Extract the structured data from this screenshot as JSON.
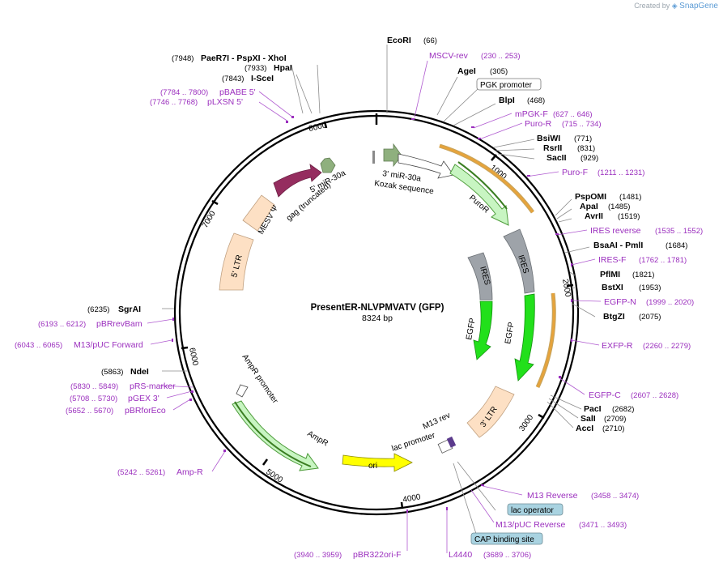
{
  "credit": {
    "prefix": "Created by",
    "brand": "SnapGene"
  },
  "plasmid": {
    "name": "PresentER-NLVPMVATV (GFP)",
    "size": "8324 bp"
  },
  "ticks": [
    "1000",
    "2000",
    "3000",
    "4000",
    "5000",
    "6000",
    "7000",
    "8000"
  ],
  "features": {
    "mirna3": "3' miR-30a",
    "kozak": "Kozak sequence",
    "puror": "PuroR",
    "ires1": "IRES",
    "ires2": "IRES",
    "egfp1": "EGFP",
    "egfp2": "EGFP",
    "ltr3": "3' LTR",
    "m13rev": "M13 rev",
    "lacprom": "lac promoter",
    "ori": "ori",
    "ampr": "AmpR",
    "ampprom": "AmpR promoter",
    "ltr5": "5' LTR",
    "mesv": "MESV Ψ",
    "gag": "gag (truncated)",
    "mirna5": "5' miR-30a"
  },
  "boxed": {
    "pgk": "PGK promoter",
    "lacop": "lac operator",
    "cap": "CAP binding site"
  },
  "enzymes": {
    "ecori": {
      "name": "EcoRI",
      "pos": "(66)"
    },
    "agei": {
      "name": "AgeI",
      "pos": "(305)"
    },
    "blpi": {
      "name": "BlpI",
      "pos": "(468)"
    },
    "bsiwi": {
      "name": "BsiWI",
      "pos": "(771)"
    },
    "rsrii": {
      "name": "RsrII",
      "pos": "(831)"
    },
    "sacii": {
      "name": "SacII",
      "pos": "(929)"
    },
    "pspomi": {
      "name": "PspOMI",
      "pos": "(1481)"
    },
    "apai": {
      "name": "ApaI",
      "pos": "(1485)"
    },
    "avrii": {
      "name": "AvrII",
      "pos": "(1519)"
    },
    "bsaai": {
      "name": "BsaAI - PmlI",
      "pos": "(1684)"
    },
    "pflmi": {
      "name": "PflMI",
      "pos": "(1821)"
    },
    "bstxi": {
      "name": "BstXI",
      "pos": "(1953)"
    },
    "btgzi": {
      "name": "BtgZI",
      "pos": "(2075)"
    },
    "paci": {
      "name": "PacI",
      "pos": "(2682)"
    },
    "sali": {
      "name": "SalI",
      "pos": "(2709)"
    },
    "acci": {
      "name": "AccI",
      "pos": "(2710)"
    },
    "ndei": {
      "name": "NdeI",
      "pos": "(5863)"
    },
    "sgrai": {
      "name": "SgrAI",
      "pos": "(6235)"
    },
    "scei": {
      "name": "I-SceI",
      "pos": "(7843)"
    },
    "hpai": {
      "name": "HpaI",
      "pos": "(7933)"
    },
    "paer7i": {
      "name": "PaeR7I - PspXI - XhoI",
      "pos": "(7948)"
    }
  },
  "primers": {
    "mscv": {
      "name": "MSCV-rev",
      "pos": "(230 .. 253)"
    },
    "mpgk": {
      "name": "mPGK-F",
      "pos": "(627 .. 646)"
    },
    "puror": {
      "name": "Puro-R",
      "pos": "(715 .. 734)"
    },
    "purof": {
      "name": "Puro-F",
      "pos": "(1211 .. 1231)"
    },
    "iresrev": {
      "name": "IRES reverse",
      "pos": "(1535 .. 1552)"
    },
    "iresf": {
      "name": "IRES-F",
      "pos": "(1762 .. 1781)"
    },
    "egfpn": {
      "name": "EGFP-N",
      "pos": "(1999 .. 2020)"
    },
    "exfpr": {
      "name": "EXFP-R",
      "pos": "(2260 .. 2279)"
    },
    "egfpc": {
      "name": "EGFP-C",
      "pos": "(2607 .. 2628)"
    },
    "m13reverse": {
      "name": "M13 Reverse",
      "pos": "(3458 .. 3474)"
    },
    "m13pucrev": {
      "name": "M13/pUC Reverse",
      "pos": "(3471 .. 3493)"
    },
    "l4440": {
      "name": "L4440",
      "pos": "(3689 .. 3706)"
    },
    "pbr322ori": {
      "name": "pBR322ori-F",
      "pos": "(3940 .. 3959)"
    },
    "ampr": {
      "name": "Amp-R",
      "pos": "(5242 .. 5261)"
    },
    "pbrforeco": {
      "name": "pBRforEco",
      "pos": "(5652 .. 5670)"
    },
    "pgex3": {
      "name": "pGEX 3'",
      "pos": "(5708 .. 5730)"
    },
    "prsmarker": {
      "name": "pRS-marker",
      "pos": "(5830 .. 5849)"
    },
    "m13puc": {
      "name": "M13/pUC Forward",
      "pos": "(6043 .. 6065)"
    },
    "pbrrevbam": {
      "name": "pBRrevBam",
      "pos": "(6193 .. 6212)"
    },
    "plxsn": {
      "name": "pLXSN 5'",
      "pos": "(7746 .. 7768)"
    },
    "pbabe": {
      "name": "pBABE 5'",
      "pos": "(7784 .. 7800)"
    }
  },
  "colors": {
    "backbone": "#000000",
    "primer": "#9b2fbe",
    "puror": "#c8f5c2",
    "ires": "#9ea3a9",
    "egfp": "#22e01b",
    "ltr": "#fde0c4",
    "ori": "#ffff00",
    "ampr": "#c8f5c2",
    "mirna": "#8fb07e",
    "gag": "#952d5f",
    "orf": "#e8a33a",
    "boxfill": "#a9d3e1"
  }
}
